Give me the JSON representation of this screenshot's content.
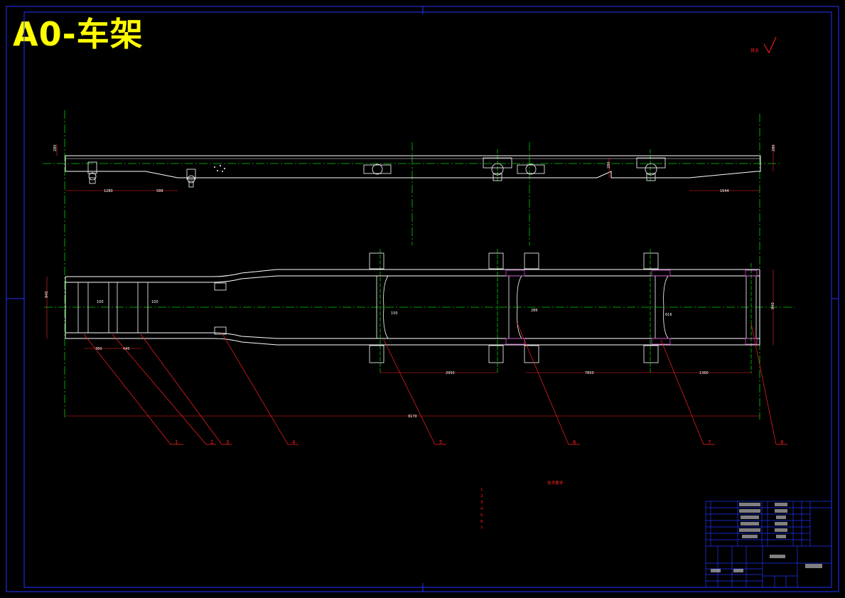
{
  "title": "A0-车架",
  "views": {
    "side": {
      "dim_left_1": "1280",
      "dim_left_2": "588",
      "dim_right": "1644",
      "dim_height_left": "280",
      "dim_height_right": "280",
      "dim_height_mid": "280"
    },
    "top": {
      "dim_width_left": "940",
      "dim_width_right": "940",
      "dim_a": "360",
      "dim_b": "445",
      "dim_c": "100",
      "dim_d": "100",
      "dim_e": "150",
      "dim_f": "286",
      "dim_g": "616",
      "dim_span_1": "2950",
      "dim_span_2": "7850",
      "dim_span_3": "1360",
      "dim_total": "9170"
    }
  },
  "balloons": [
    "1",
    "2",
    "3",
    "4",
    "5",
    "6",
    "7",
    "8"
  ],
  "notes": {
    "heading": "技术要求",
    "items": [
      "1.",
      "2.",
      "3.",
      "4.",
      "5.",
      "6.",
      "7."
    ]
  },
  "roughness_label": "其余"
}
